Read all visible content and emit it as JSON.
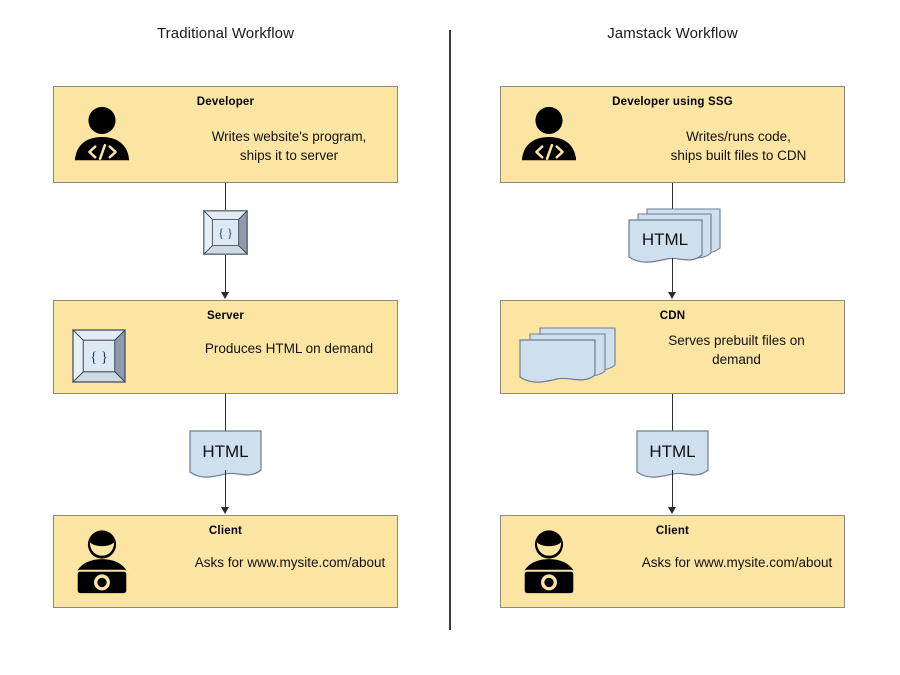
{
  "diagram": {
    "title_left": "Traditional Workflow",
    "title_right": "Jamstack Workflow",
    "divider": "vertical-divider",
    "colors": {
      "stage_fill": "#fce5a2",
      "stage_border": "#8c8c7e",
      "document_fill": "#cfdfee",
      "document_border": "#6e7e91",
      "line": "#2b2b2b",
      "icon_black": "#000000"
    },
    "columns": [
      {
        "name": "traditional",
        "stages": [
          {
            "id": "developer",
            "title": "Developer",
            "body": "Writes website's program,\nships it to server",
            "icon": "developer-person-icon"
          },
          {
            "id": "server",
            "title": "Server",
            "body": "Produces HTML on demand",
            "icon": "code-braces-box-icon"
          },
          {
            "id": "client",
            "title": "Client",
            "body": "Asks for www.mysite.com/about",
            "icon": "client-person-laptop-icon"
          }
        ],
        "connectors": [
          {
            "id": "dev-to-server",
            "artifact_label": "{ }",
            "artifact": "code-braces-box-icon"
          },
          {
            "id": "server-to-client",
            "artifact_label": "HTML",
            "artifact": "document-icon"
          }
        ]
      },
      {
        "name": "jamstack",
        "stages": [
          {
            "id": "developer-ssg",
            "title": "Developer using SSG",
            "body": "Writes/runs code,\nships built files to CDN",
            "icon": "developer-person-icon"
          },
          {
            "id": "cdn",
            "title": "CDN",
            "body": "Serves prebuilt files on\ndemand",
            "icon": "stacked-documents-icon"
          },
          {
            "id": "client",
            "title": "Client",
            "body": "Asks for www.mysite.com/about",
            "icon": "client-person-laptop-icon"
          }
        ],
        "connectors": [
          {
            "id": "dev-to-cdn",
            "artifact_label": "HTML",
            "artifact": "stacked-documents-icon"
          },
          {
            "id": "cdn-to-client",
            "artifact_label": "HTML",
            "artifact": "document-icon"
          }
        ]
      }
    ]
  }
}
